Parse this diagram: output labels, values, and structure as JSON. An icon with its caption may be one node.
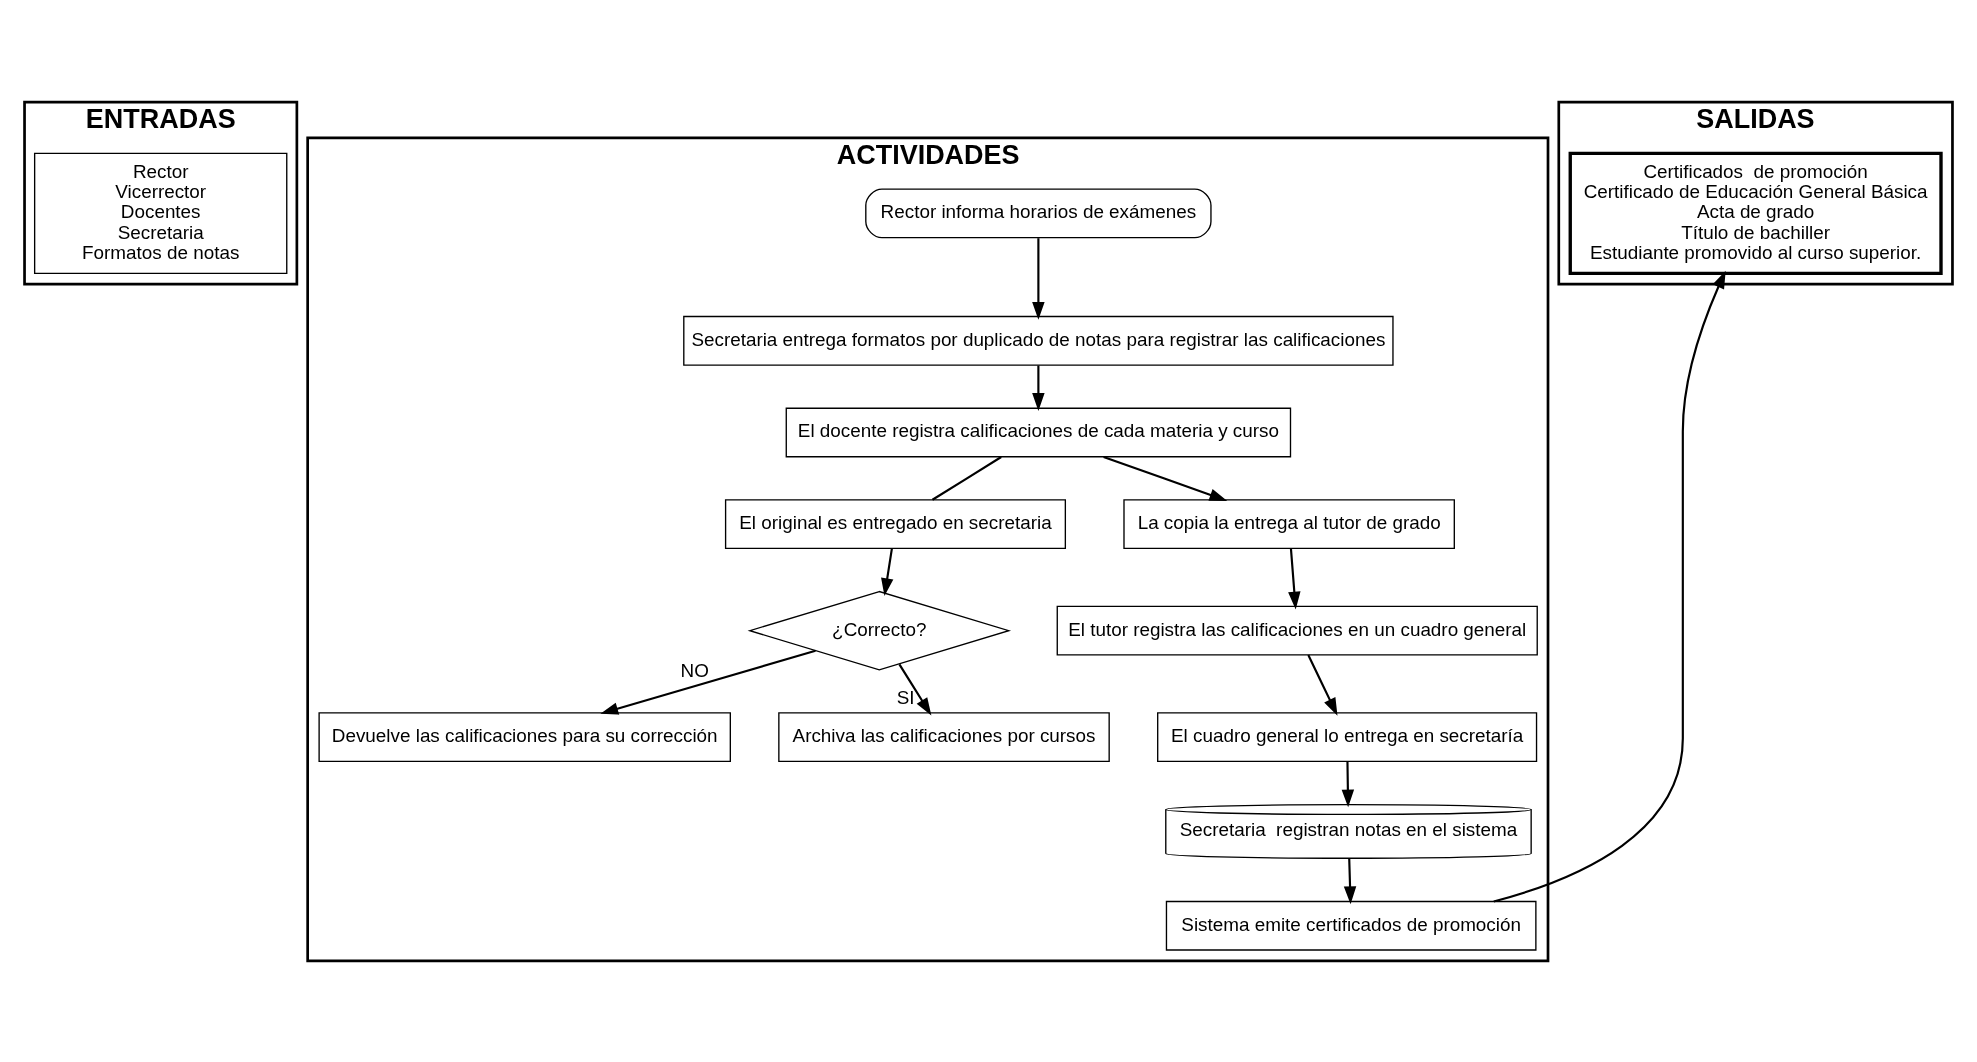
{
  "diagram": {
    "nodes": [
      {
        "text": [
          "ENTRADAS"
        ]
      },
      {
        "text": [
          "Rector",
          "Vicerrector",
          "Docentes",
          "Secretaria",
          "Formatos de notas"
        ],
        "in": 0
      },
      {
        "text": [
          "ACTIVIDADES"
        ]
      },
      {
        "text": [
          "Rector informa horarios de exámenes"
        ],
        "in": 2
      },
      {
        "text": [
          "Secretaria entrega formatos por duplicado de notas para registrar las calificaciones"
        ],
        "in": 2
      },
      {
        "text": [
          "El docente registra calificaciones de cada materia y curso"
        ],
        "in": 2
      },
      {
        "text": [
          "El original es entregado en secretaria"
        ],
        "in": 2
      },
      {
        "text": [
          "La copia la entrega al tutor de grado"
        ],
        "in": 2
      },
      {
        "text": [
          "¿Correcto?"
        ],
        "in": 2
      },
      {
        "text": [
          "Devuelve las calificaciones para su corrección"
        ],
        "in": 2
      },
      {
        "text": [
          "Archiva las calificaciones por cursos"
        ],
        "in": 2
      },
      {
        "text": [
          "El tutor registra las calificaciones en un cuadro general"
        ],
        "in": 2
      },
      {
        "text": [
          "El cuadro general lo entrega en secretaría"
        ],
        "in": 2
      },
      {
        "text": [
          "Secretaria  registran notas en el sistema"
        ],
        "in": 2
      },
      {
        "text": [
          "Sistema emite certificados de promoción"
        ],
        "in": 2
      },
      {
        "text": [
          "SALIDAS"
        ]
      },
      {
        "text": [
          "Certificados  de promoción",
          "Certificado de Educación General Básica",
          "Acta de grado",
          "Título de bachiller",
          "Estudiante promovido al curso superior."
        ],
        "in": 15
      }
    ],
    "edges": [
      {
        "from": 3,
        "to": 4,
        "arrow": "to"
      },
      {
        "from": 4,
        "to": 5,
        "arrow": "to"
      },
      {
        "from": 5,
        "to": 6,
        "arrow": "none"
      },
      {
        "from": 5,
        "to": 7,
        "arrow": "to"
      },
      {
        "from": 6,
        "to": 8,
        "arrow": "to"
      },
      {
        "from": 8,
        "to": 9,
        "label": "NO",
        "arrow": "to"
      },
      {
        "from": 8,
        "to": 10,
        "label": "SI",
        "arrow": "to"
      },
      {
        "from": 7,
        "to": 11,
        "arrow": "to"
      },
      {
        "from": 11,
        "to": 12,
        "arrow": "to"
      },
      {
        "from": 12,
        "to": 13,
        "arrow": "to"
      },
      {
        "from": 13,
        "to": 14,
        "arrow": "to"
      },
      {
        "from": 14,
        "to": 16,
        "arrow": "to"
      }
    ]
  }
}
